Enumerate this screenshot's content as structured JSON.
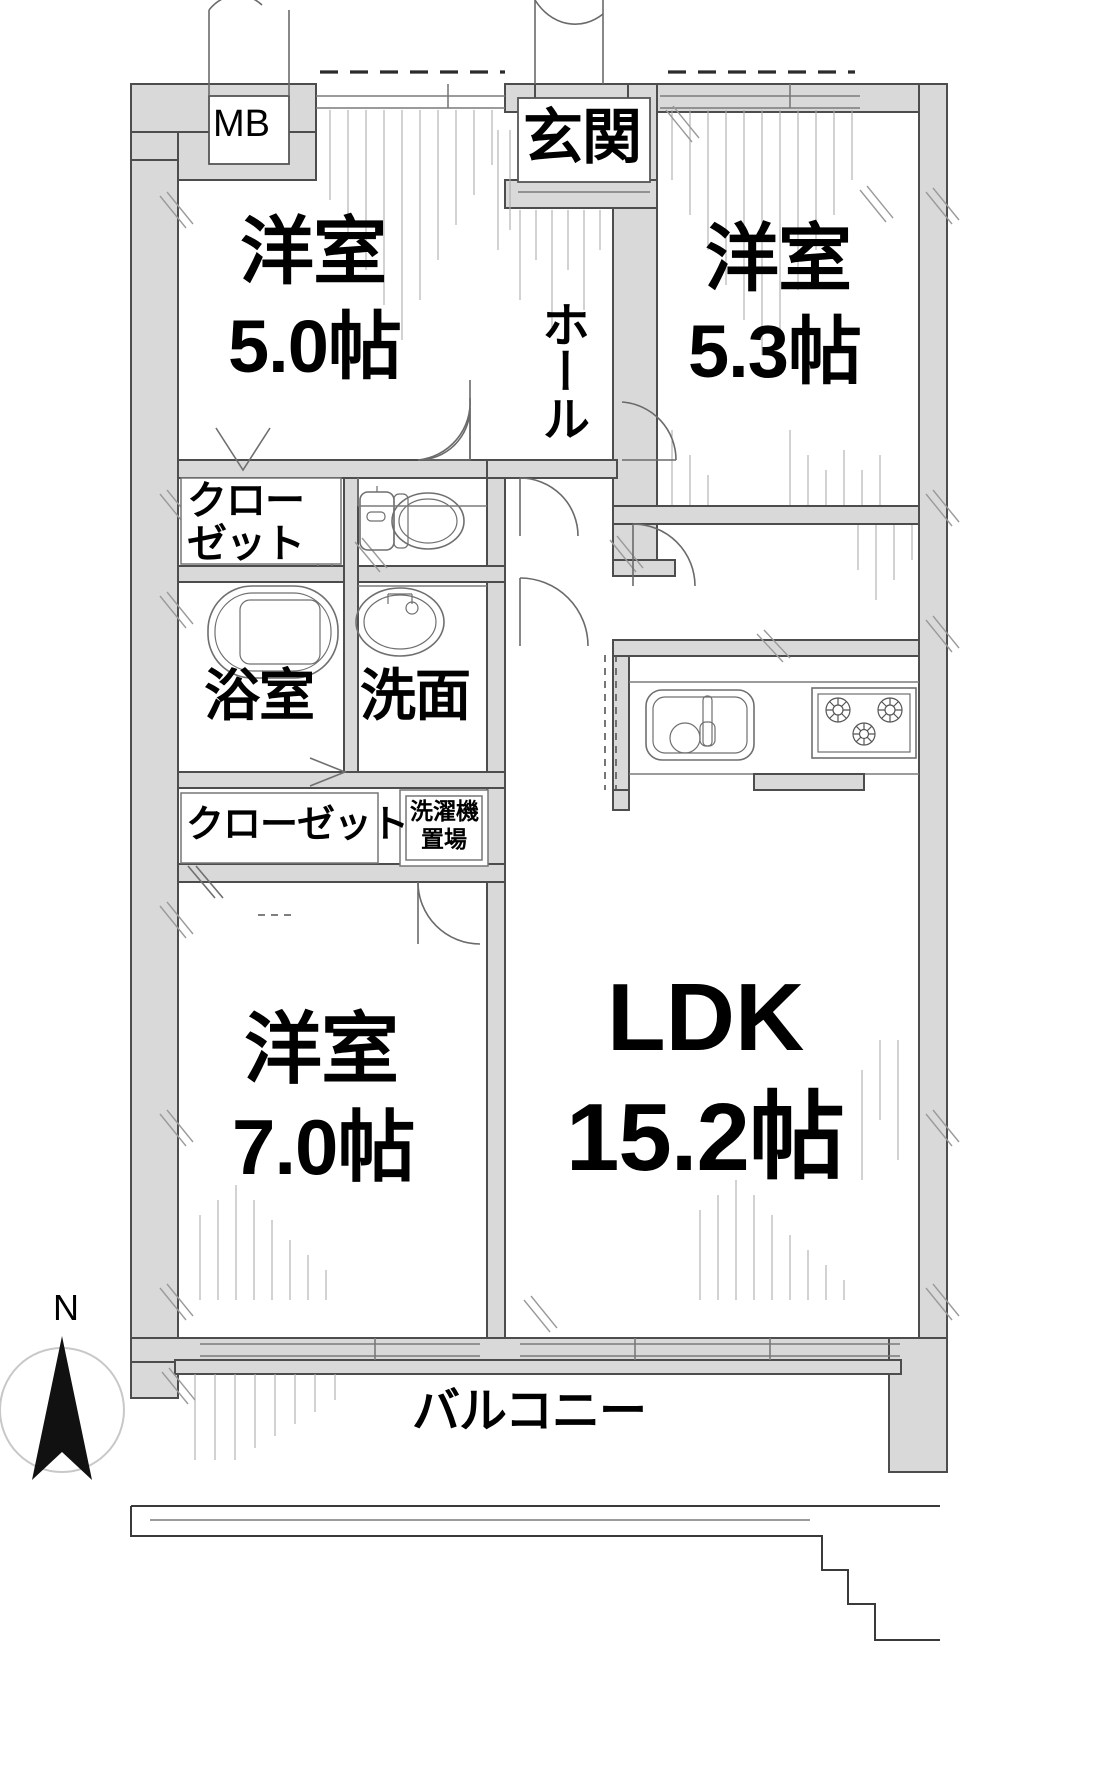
{
  "plan": {
    "type": "japanese-apartment-floorplan",
    "layout_code": "3LDK",
    "total_rooms": 4,
    "compass_label": "N",
    "compass_direction": "north-up-left"
  },
  "rooms": [
    {
      "id": "washitsu-nw",
      "name": "洋室",
      "size": "5.0帖",
      "kind": "western-room"
    },
    {
      "id": "washitsu-ne",
      "name": "洋室",
      "size": "5.3帖",
      "kind": "western-room"
    },
    {
      "id": "washitsu-sw",
      "name": "洋室",
      "size": "7.0帖",
      "kind": "western-room"
    },
    {
      "id": "ldk",
      "name": "LDK",
      "size": "15.2帖",
      "kind": "living-dining-kitchen"
    }
  ],
  "spaces": {
    "meter_box": "MB",
    "entrance": "玄関",
    "hall": "ホール",
    "closet_upper": "クロー\nゼット",
    "closet_upper_line1": "クロー",
    "closet_upper_line2": "ゼット",
    "closet_lower": "クローゼット",
    "bathroom": "浴室",
    "washbasin": "洗面",
    "laundry_line1": "洗濯機",
    "laundry_line2": "置場",
    "balcony": "バルコニー"
  },
  "fixtures": [
    {
      "name": "bathtub",
      "room": "浴室"
    },
    {
      "name": "toilet",
      "room": "トイレ"
    },
    {
      "name": "vanity-sink",
      "room": "洗面"
    },
    {
      "name": "kitchen-sink",
      "room": "LDK"
    },
    {
      "name": "gas-stove-3burner",
      "room": "LDK"
    },
    {
      "name": "washer-space",
      "room": "洗濯機置場"
    }
  ],
  "colors": {
    "wall_fill": "#d9d9d9",
    "wall_stroke": "#4d4d4d",
    "text": "#000000",
    "background": "#ffffff",
    "hatch": "#aeaeae"
  }
}
